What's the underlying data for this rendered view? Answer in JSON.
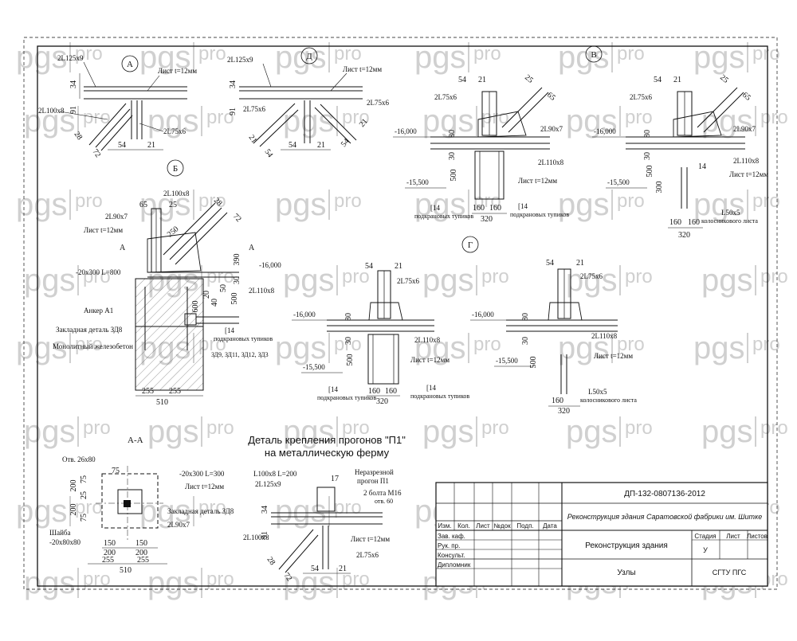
{
  "watermark": {
    "brand": "pgs",
    "suffix": "pro"
  },
  "nodes": {
    "A": {
      "marker": "А",
      "top_chord": "2L125x9",
      "diag": "2L100x8",
      "post": "2L75x6",
      "plate": "Лист t=12мм",
      "dims": {
        "d34": "34",
        "d91": "91",
        "d28": "28",
        "d72": "72",
        "d54": "54",
        "d21": "21"
      }
    },
    "D": {
      "marker": "Д",
      "top_chord": "2L125x9",
      "diag_left": "2L75x6",
      "diag_right": "2L75x6",
      "plate": "Лист t=12мм",
      "dims": {
        "d34": "34",
        "d91": "91",
        "d21a": "21",
        "d54a": "54",
        "d54": "54",
        "d21": "21",
        "d21b": "21",
        "d54b": "54"
      }
    },
    "V": {
      "marker": "В",
      "post": "2L75x6",
      "diag": "2L90x7",
      "bottom_chord": "2L110x8",
      "plate": "Лист t=12мм",
      "elev1": "-16,000",
      "elev2": "-15,500",
      "beam_l": "[14",
      "beam_r": "[14",
      "beam_note": "подкрановых тупиков",
      "dims": {
        "d54": "54",
        "d21": "21",
        "d25": "25",
        "d65": "65",
        "d80": "80",
        "d30": "30",
        "d500": "500",
        "d160a": "160",
        "d160b": "160",
        "d320": "320"
      }
    },
    "V2": {
      "post": "2L75x6",
      "diag": "2L90x7",
      "bottom_chord": "2L110x8",
      "plate": "Лист t=12мм",
      "elev1": "-16,000",
      "elev2": "-15,500",
      "angle": "L50x5",
      "angle_note": "колосникового листа",
      "dims": {
        "d54": "54",
        "d21": "21",
        "d25": "25",
        "d65": "65",
        "d80": "80",
        "d30": "30",
        "d500": "500",
        "d300": "300",
        "d14": "14",
        "d160a": "160",
        "d160b": "160",
        "d320": "320"
      }
    },
    "B": {
      "marker": "Б",
      "diag": "2L100x8",
      "post": "2L90x7",
      "plate": "Лист t=12мм",
      "section": "А",
      "plate2": "-20x300 L=800",
      "anchor": "Анкер А1",
      "embedded": "Закладная деталь ЗД8",
      "concrete": "Монолитный железобетон",
      "bottom_chord": "2L110x8",
      "beam": "[14",
      "beam_note": "подкрановых тупиков",
      "parts": "ЗД9, ЗД11, ЗД12, ЗД3",
      "elev": "-16,000",
      "dims": {
        "d65": "65",
        "d25": "25",
        "d28": "28",
        "d72": "72",
        "d250": "250",
        "d390": "390",
        "d30": "30",
        "d50": "50",
        "d20": "20",
        "d40": "40",
        "d600": "600",
        "d500": "500",
        "d255a": "255",
        "d255b": "255",
        "d510": "510"
      }
    },
    "G": {
      "marker": "Г",
      "post": "2L75x6",
      "bottom_chord": "2L110x8",
      "plate": "Лист t=12мм",
      "elev1": "-16,000",
      "elev2": "-15,500",
      "beam_l": "[14",
      "beam_r": "[14",
      "beam_note": "подкрановых тупиков",
      "dims": {
        "d54": "54",
        "d21": "21",
        "d80": "80",
        "d30": "30",
        "d500": "500",
        "d160a": "160",
        "d160b": "160",
        "d320": "320"
      }
    },
    "G2": {
      "post": "2L75x6",
      "bottom_chord": "2L110x8",
      "plate": "Лист t=12мм",
      "elev1": "-16,000",
      "elev2": "-15,500",
      "angle": "L50x5",
      "angle_note": "колосникового листа",
      "dims": {
        "d54": "54",
        "d21": "21",
        "d80": "80",
        "d30": "30",
        "d500": "500",
        "d160": "160",
        "d320": "320"
      }
    }
  },
  "section_AA": {
    "title": "А-А",
    "hole": "Отв. 26x80",
    "plate": "-20x300 L=300",
    "sheet": "Лист t=12мм",
    "embedded": "Закладная деталь ЗД8",
    "washer_line1": "Шайба",
    "washer_line2": "-20x80x80",
    "angle": "2L90x7",
    "dims": {
      "d75a": "75",
      "d75b": "75",
      "d75c": "75",
      "d200a": "200",
      "d200b": "200",
      "d25": "25",
      "d150a": "150",
      "d150b": "150",
      "d200c": "200",
      "d200d": "200",
      "d255a": "255",
      "d255b": "255",
      "d510": "510"
    }
  },
  "detail_P1": {
    "title_line1": "Деталь крепления прогонов \"П1\"",
    "title_line2": "на металлическую ферму",
    "angle": "L100x8 L=200",
    "top_chord": "2L125x9",
    "purlin_line1": "Неразрезной",
    "purlin_line2": "прогон П1",
    "bolts_line1": "2 болта М16",
    "bolts_line2": "отв. 60",
    "diag": "2L100x8",
    "post": "2L75x6",
    "plate": "Лист t=12мм",
    "dims": {
      "d17": "17",
      "d34": "34",
      "d91": "91",
      "d28": "28",
      "d72": "72",
      "d54": "54",
      "d21": "21"
    }
  },
  "title_block": {
    "code": "ДП-132-0807136-2012",
    "project": "Реконструкция здания Саратовской фабрики им. Шитке",
    "object": "Реконструкция здания",
    "sheet_name": "Узлы",
    "org": "СГТУ ПГС",
    "stage_header": "Стадия",
    "sheet_header": "Лист",
    "sheets_header": "Листов",
    "stage_value": "У",
    "columns": [
      "Изм.",
      "Кол.",
      "Лист",
      "№док",
      "Подп.",
      "Дата"
    ],
    "roles": [
      "Зав. каф.",
      "Рук. пр.",
      "Консульт.",
      "Дипломник"
    ]
  }
}
